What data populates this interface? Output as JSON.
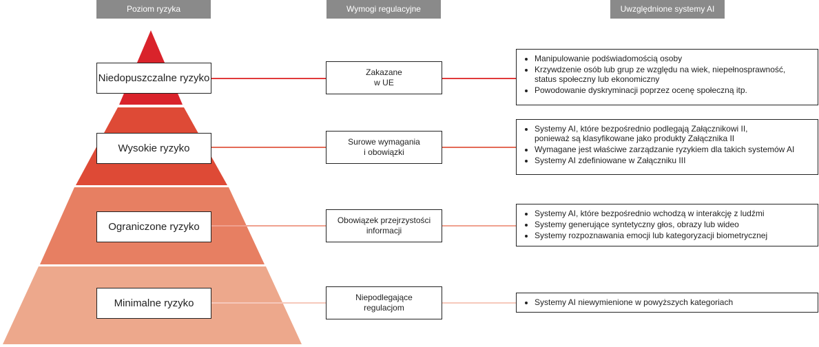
{
  "headers": {
    "level": "Poziom ryzyka",
    "requirements": "Wymogi regulacyjne",
    "systems": "Uwzględnione systemy AI"
  },
  "colors": {
    "header_bg": "#8a8a8a",
    "tier1": "#d9232b",
    "tier2": "#de4a36",
    "tier3": "#e77f62",
    "tier4": "#eda88c",
    "connector_strong": "#e0393a",
    "connector_medium": "#e46a56",
    "connector_light": "#f0a08e",
    "connector_pale": "#f6c8bb"
  },
  "tiers": [
    {
      "level": "Niedopuszczalne ryzyko",
      "requirement": "Zakazane\nw UE",
      "systems": [
        "Manipulowanie podświadomością osoby",
        "Krzywdzenie osób lub grup ze względu na wiek, niepełnosprawność,\nstatus społeczny lub ekonomiczny",
        "Powodowanie dyskryminacji poprzez ocenę społeczną itp."
      ]
    },
    {
      "level": "Wysokie ryzyko",
      "requirement": "Surowe wymagania\ni obowiązki",
      "systems": [
        "Systemy AI, które bezpośrednio podlegają Załącznikowi II,\nponieważ są klasyfikowane jako produkty Załącznika II",
        "Wymagane jest właściwe zarządzanie ryzykiem dla takich systemów AI",
        "Systemy AI zdefiniowane w Załączniku III"
      ]
    },
    {
      "level": "Ograniczone ryzyko",
      "requirement": "Obowiązek przejrzystości\ninformacji",
      "systems": [
        "Systemy AI, które bezpośrednio wchodzą w interakcję z ludźmi",
        "Systemy generujące syntetyczny głos, obrazy lub wideo",
        "Systemy rozpoznawania emocji lub kategoryzacji biometrycznej"
      ]
    },
    {
      "level": "Minimalne ryzyko",
      "requirement": "Niepodlegające\nregulacjom",
      "systems": [
        "Systemy AI niewymienione w powyższych kategoriach"
      ]
    }
  ]
}
